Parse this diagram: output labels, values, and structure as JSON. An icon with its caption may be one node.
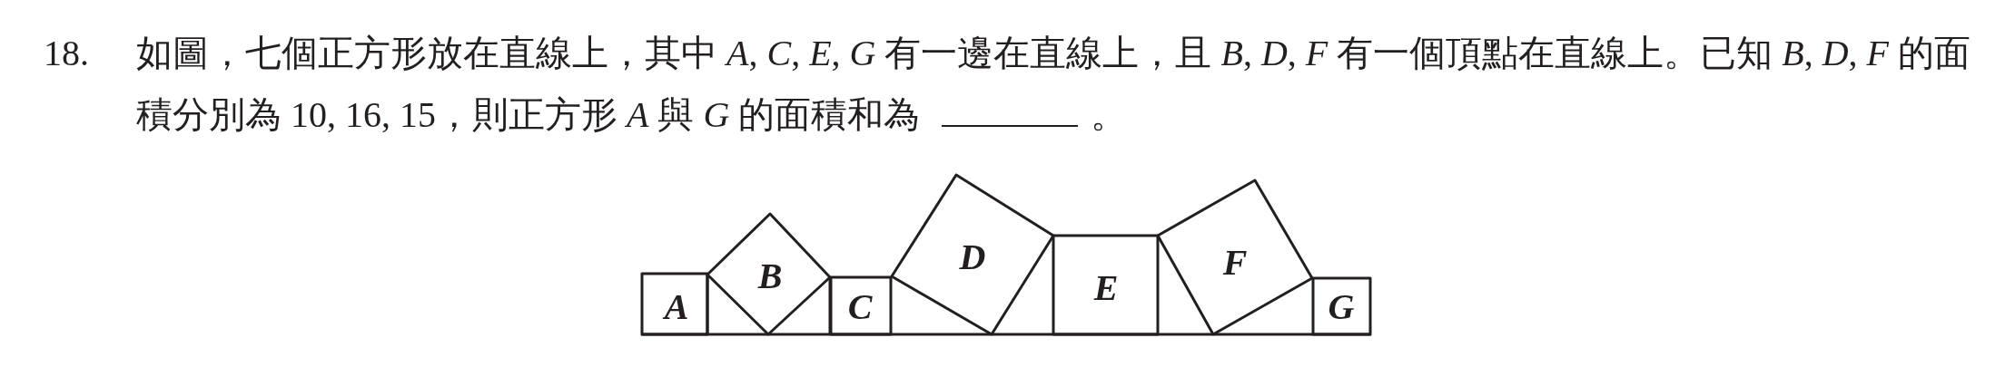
{
  "diagram": {
    "nodes": [
      {
        "text": [
          "A"
        ]
      },
      {
        "text": [
          "B"
        ]
      },
      {
        "text": [
          "C"
        ]
      },
      {
        "text": [
          "D"
        ]
      },
      {
        "text": [
          "E"
        ]
      },
      {
        "text": [
          "F"
        ]
      },
      {
        "text": [
          "G"
        ]
      }
    ],
    "labels": [
      "18.",
      "如圖，七個正方形放在直線上，其中 *A*, *C*, *E*, *G* 有一邊在直線上，且 *B*, *D*, *F* 有一個頂點在直線上。已知 *B*, *D*, *F* 的面積分別為 10, 16, 15，則正方形 *A* 與 *G* 的面積和為",
      "。"
    ]
  }
}
